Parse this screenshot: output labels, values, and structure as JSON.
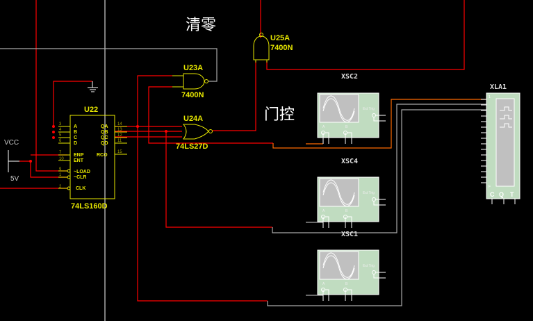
{
  "annotations": {
    "clear": "清零",
    "gate": "门控"
  },
  "power": {
    "name": "VCC",
    "value": "5V"
  },
  "counter": {
    "ref": "U22",
    "part": "74LS160D",
    "left_pins": [
      {
        "num": "3",
        "name": "A"
      },
      {
        "num": "4",
        "name": "B"
      },
      {
        "num": "5",
        "name": "C"
      },
      {
        "num": "6",
        "name": "D"
      },
      {
        "num": "7",
        "name": "ENP"
      },
      {
        "num": "10",
        "name": "ENT"
      },
      {
        "num": "9",
        "name": "~LOAD"
      },
      {
        "num": "1",
        "name": "~CLR"
      },
      {
        "num": "2",
        "name": "CLK"
      }
    ],
    "right_pins": [
      {
        "num": "14",
        "name": "QA"
      },
      {
        "num": "13",
        "name": "QB"
      },
      {
        "num": "12",
        "name": "QC"
      },
      {
        "num": "11",
        "name": "QD"
      },
      {
        "num": "15",
        "name": "RCO"
      }
    ]
  },
  "gates": [
    {
      "ref": "U23A",
      "part": "7400N"
    },
    {
      "ref": "U24A",
      "part": "74LS27D"
    },
    {
      "ref": "U25A",
      "part": "7400N"
    }
  ],
  "scopes": [
    {
      "ref": "XSC2",
      "ext_trig": "Ext Trig",
      "ch_a": "A",
      "ch_b": "B"
    },
    {
      "ref": "XSC4",
      "ext_trig": "Ext Trig",
      "ch_a": "A",
      "ch_b": "B"
    },
    {
      "ref": "XSC1",
      "ext_trig": "Ext Trig",
      "ch_a": "A",
      "ch_b": "B"
    }
  ],
  "analyzer": {
    "ref": "XLA1",
    "first_pin": "1",
    "last_pin": "F",
    "bottom": [
      "C",
      "Q",
      "T"
    ]
  },
  "colors": {
    "wire_red": "#ff0000",
    "wire_orange": "#ff6a00",
    "wire_gray": "#a8a8a8",
    "component": "#e8e800",
    "instrument": "#c0dcc0"
  }
}
